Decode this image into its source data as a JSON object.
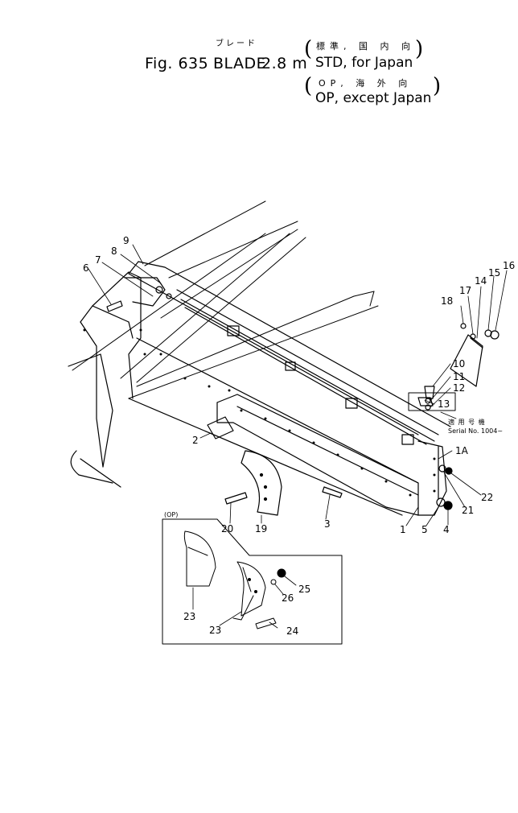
{
  "title": {
    "fig": "Fig. 635",
    "part": "BLADE",
    "size": "2.8 m",
    "kana": "ブレード",
    "line1_jp": "標準, 国 内 向",
    "line1_en": "STD, for Japan",
    "line2_jp": "OP, 海 外 向",
    "line2_en": "OP, except Japan"
  },
  "callouts": [
    "9",
    "8",
    "7",
    "6",
    "2",
    "20",
    "19",
    "3",
    "1",
    "5",
    "4",
    "21",
    "22",
    "1A",
    "10",
    "11",
    "12",
    "13",
    "18",
    "17",
    "14",
    "15",
    "16",
    "23",
    "23",
    "24",
    "25",
    "26"
  ],
  "applicability": {
    "jp": "適 用 号 機",
    "serial": "Serial No. 1004~"
  },
  "inset": {
    "label": "(OP)"
  },
  "colors": {
    "ink": "#000000",
    "paper": "#ffffff"
  }
}
